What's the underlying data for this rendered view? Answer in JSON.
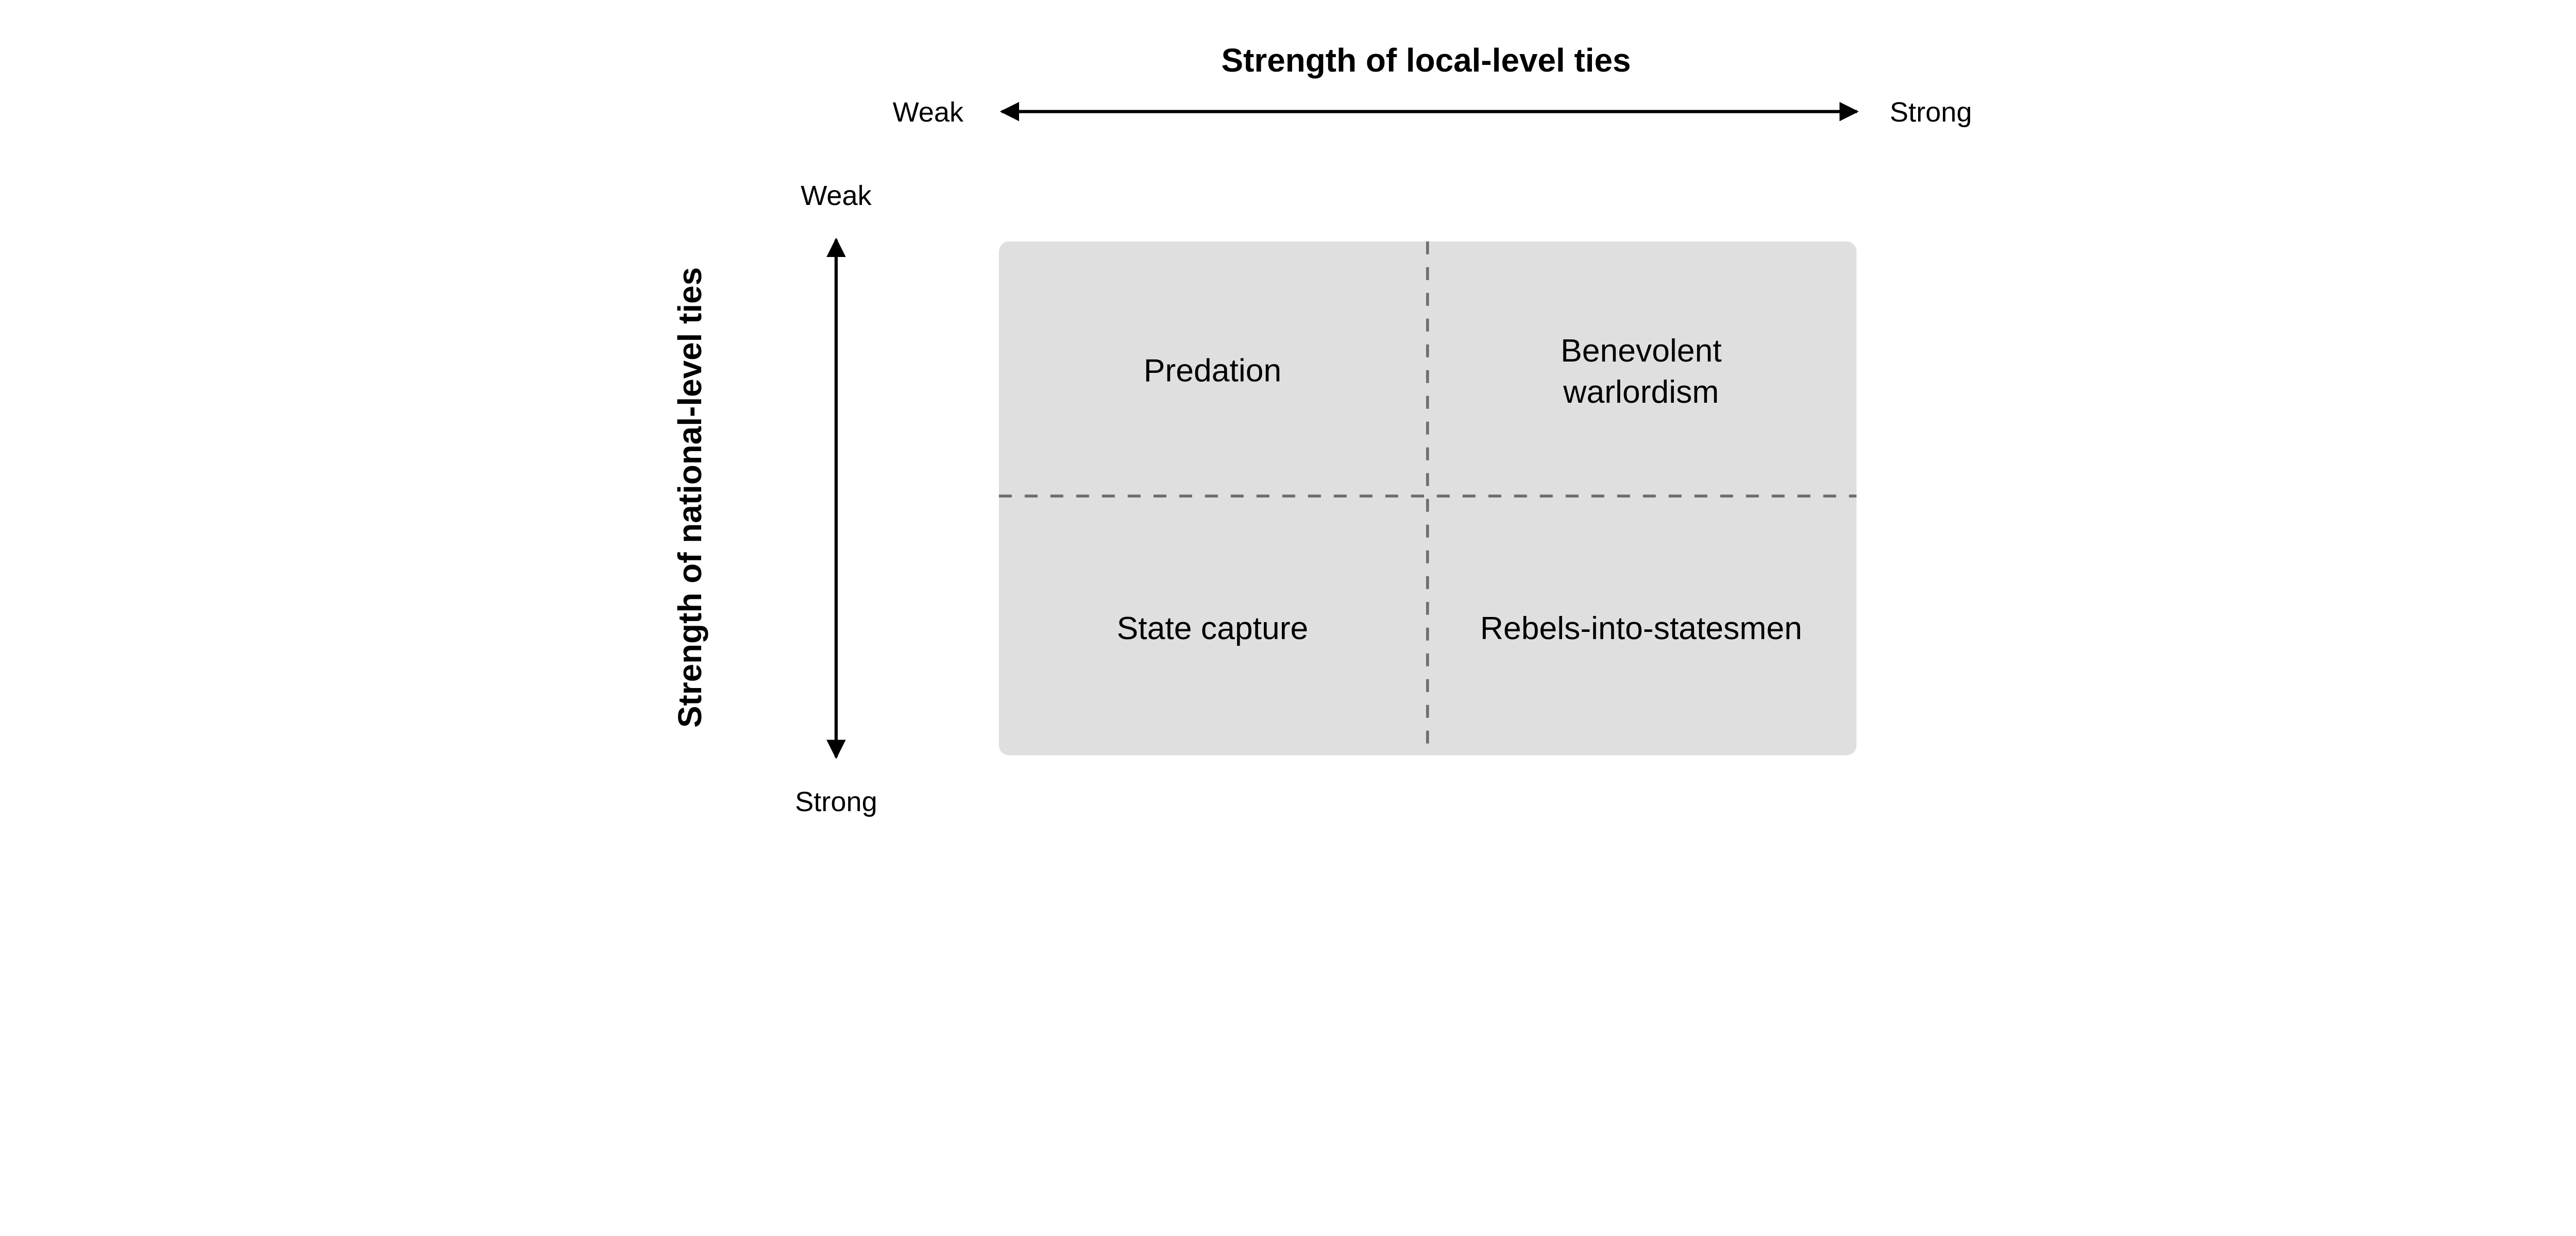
{
  "x_axis": {
    "title": "Strength of local-level ties",
    "left_label": "Weak",
    "right_label": "Strong"
  },
  "y_axis": {
    "title": "Strength of national-level ties",
    "top_label": "Weak",
    "bottom_label": "Strong"
  },
  "quadrants": {
    "top_left": [
      "Predation"
    ],
    "top_right": [
      "Benevolent",
      "warlordism"
    ],
    "bottom_left": [
      "State capture"
    ],
    "bottom_right": [
      "Rebels-into-statesmen"
    ]
  },
  "colors": {
    "box_fill": "#dfdfdf",
    "divider": "#6e6e6e",
    "arrow": "#000000"
  }
}
